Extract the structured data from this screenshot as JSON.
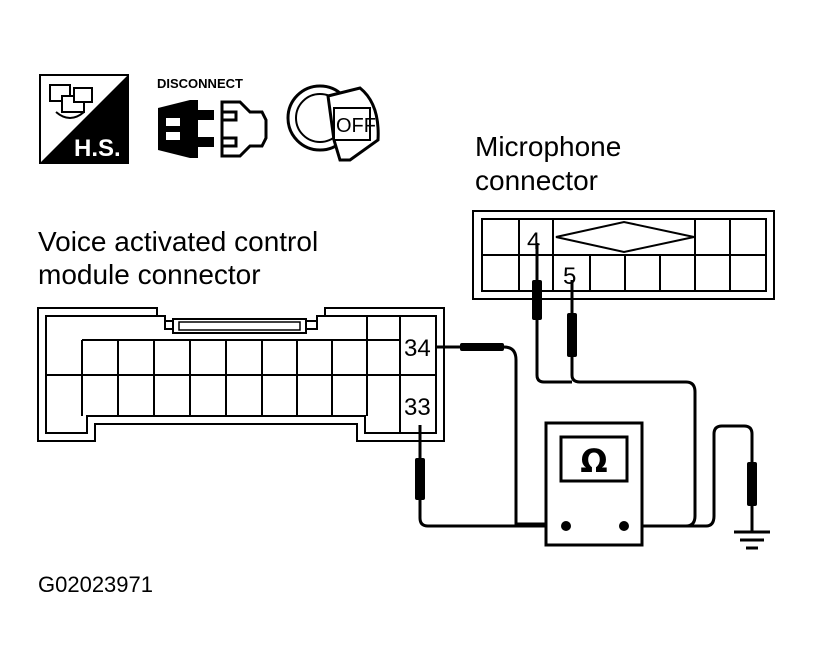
{
  "icons": {
    "hs_label": "H.S.",
    "disconnect_label": "DISCONNECT",
    "off_label": "OFF"
  },
  "labels": {
    "microphone_line1": "Microphone",
    "microphone_line2": "connector",
    "module_line1": "Voice activated control",
    "module_line2": "module connector",
    "meter_symbol": "Ω",
    "figure_code": "G02023971"
  },
  "pins": {
    "mic_pin_a": "4",
    "mic_pin_b": "5",
    "module_pin_a": "34",
    "module_pin_b": "33"
  }
}
